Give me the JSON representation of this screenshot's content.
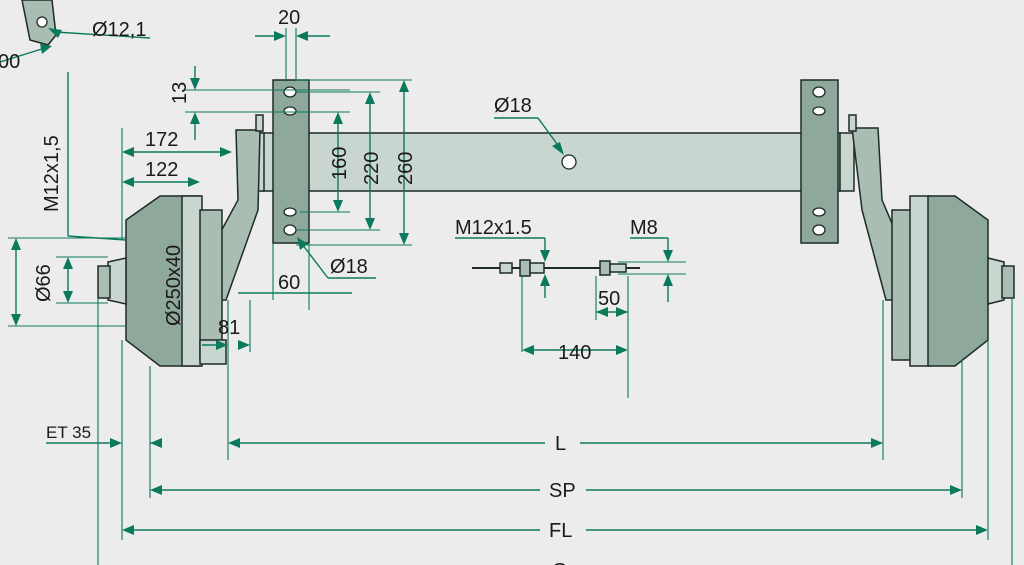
{
  "labels": {
    "d12_1": "Ø12,1",
    "partial_00": "00",
    "m12x1_5_left": "M12x1,5",
    "dim_20": "20",
    "dim_13": "13",
    "dim_172": "172",
    "dim_122": "122",
    "dim_160": "160",
    "dim_220": "220",
    "dim_260": "260",
    "d18_axle": "Ø18",
    "d18_bracket": "Ø18",
    "dim_60": "60",
    "d250x40": "Ø250x40",
    "d66": "Ø66",
    "dim_81": "81",
    "m12x1_5_cable": "M12x1.5",
    "m8": "M8",
    "dim_50": "50",
    "dim_140": "140",
    "et35": "ET 35",
    "L": "L",
    "SP": "SP",
    "FL": "FL",
    "G": "G"
  },
  "colors": {
    "dimension_line": "#0b7a5c",
    "part_fill": "#c9d6cf",
    "part_dark": "#8fa89c",
    "background": "#ececec"
  }
}
